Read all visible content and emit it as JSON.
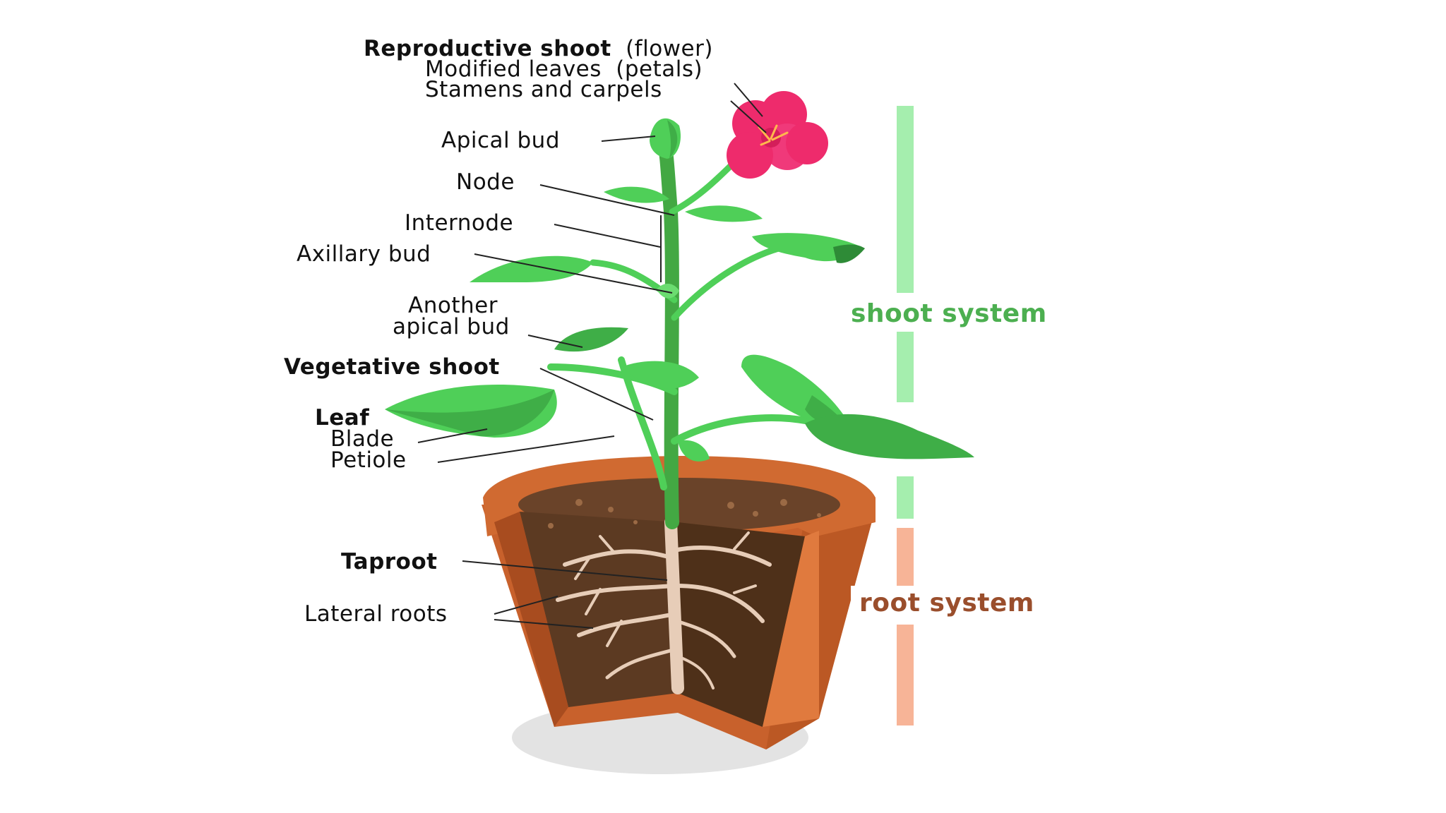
{
  "labels": {
    "reproductive_shoot": "Reproductive shoot",
    "reproductive_shoot_paren": "(flower)",
    "modified_leaves": "Modified leaves",
    "modified_leaves_paren": "(petals)",
    "stamens_carpels": "Stamens and carpels",
    "apical_bud": "Apical bud",
    "node": "Node",
    "internode": "Internode",
    "axillary_bud": "Axillary bud",
    "another_apical_bud_line1": "Another",
    "another_apical_bud_line2": "apical bud",
    "vegetative_shoot": "Vegetative shoot",
    "leaf": "Leaf",
    "blade": "Blade",
    "petiole": "Petiole",
    "taproot": "Taproot",
    "lateral_roots": "Lateral roots",
    "shoot_system": "shoot system",
    "root_system": "root system"
  },
  "colors": {
    "shoot_system": "#4caf50",
    "shoot_bar": "#a5eeae",
    "root_system": "#9a4e2c",
    "root_bar": "#f7b497",
    "leaf_green": "#4fcf58",
    "stem_green": "#43a843",
    "flower_pink": "#ee2b6c",
    "pot_orange": "#c8612c",
    "soil_brown": "#5c3a22",
    "root_beige": "#e7cdb8"
  }
}
